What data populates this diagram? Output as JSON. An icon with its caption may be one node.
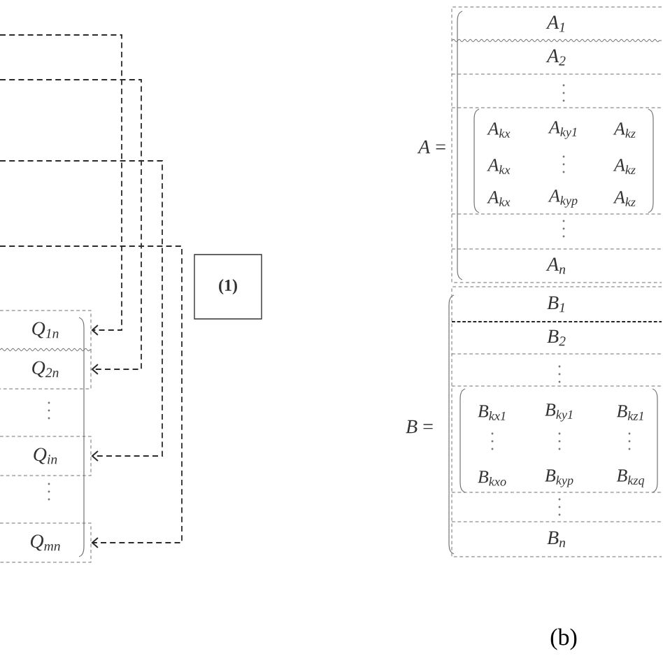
{
  "diagram": {
    "caption": "(b)",
    "nodes": [
      {
        "text": [
          "Q$_{1n}$"
        ]
      },
      {
        "text": [
          "Q$_{2n}$"
        ]
      },
      {
        "text": [
          "Q$_{in}$"
        ]
      },
      {
        "text": [
          "Q$_{mn}$"
        ]
      },
      {
        "text": [
          "(1)"
        ]
      },
      {
        "text": [],
        "shape": "box",
        "beside": [
          "*A* ="
        ]
      },
      {
        "text": [
          "A$_{1}$"
        ],
        "in": 5
      },
      {
        "text": [
          "A$_{2}$"
        ],
        "in": 5
      },
      {
        "text": [
          "A$_{kx}$",
          "A$_{ky1}$",
          "A$_{kz}$",
          "A$_{kx}$",
          "A$_{kz}$",
          "A$_{kx}$",
          "A$_{kyp}$",
          "A$_{kz}$"
        ],
        "in": 5
      },
      {
        "text": [
          "A$_{n}$"
        ],
        "in": 5
      },
      {
        "text": [],
        "shape": "box",
        "beside": [
          "*B* ="
        ]
      },
      {
        "text": [
          "B$_{1}$"
        ],
        "in": 10
      },
      {
        "text": [
          "B$_{2}$"
        ],
        "in": 10
      },
      {
        "text": [
          "B$_{kx1}$",
          "B$_{ky1}$",
          "B$_{kz1}$",
          "B$_{kxo}$",
          "B$_{kyp}$",
          "B$_{kzq}$"
        ],
        "in": 10
      },
      {
        "text": [
          "B$_{n}$"
        ],
        "in": 10
      }
    ],
    "edges": [
      {
        "from": null,
        "to": 0,
        "arrow": "to",
        "style": "dashed"
      },
      {
        "from": null,
        "to": 1,
        "arrow": "to",
        "style": "dashed"
      },
      {
        "from": null,
        "to": 2,
        "arrow": "to",
        "style": "dashed"
      },
      {
        "from": null,
        "to": 3,
        "arrow": "to",
        "style": "dashed"
      }
    ]
  }
}
